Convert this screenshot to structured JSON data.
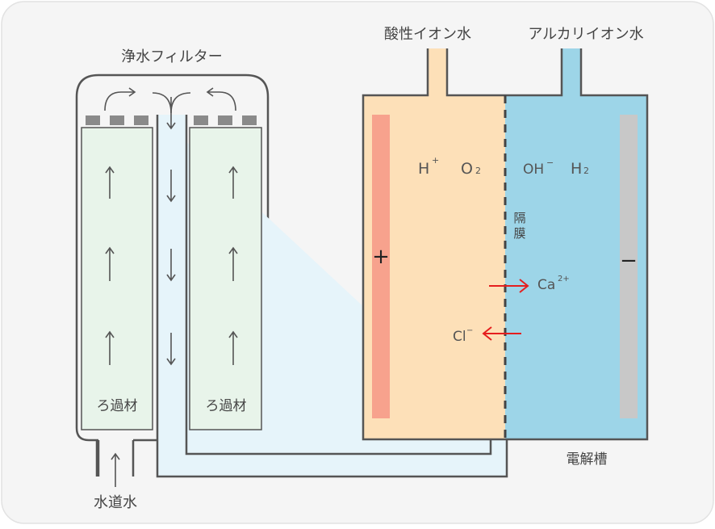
{
  "labels": {
    "filter_title": "浄水フィルター",
    "acid_water": "酸性イオン水",
    "alkaline_water": "アルカリイオン水",
    "membrane_1": "隔",
    "membrane_2": "膜",
    "tank": "電解槽",
    "tap_water": "水道水",
    "media_left": "ろ過材",
    "media_right": "ろ過材"
  },
  "ions": {
    "h": "H",
    "h_sup": "+",
    "o": "O",
    "o_sub": "2",
    "oh": "OH",
    "oh_sup": "−",
    "h2": "H",
    "h2_sub": "2",
    "ca": "Ca",
    "ca_sup": "2+",
    "cl": "Cl",
    "cl_sup": "−"
  },
  "electrodes": {
    "plus": "+",
    "minus": "−"
  },
  "colors": {
    "background": "#f5f5f5",
    "acid_side": "#fde0b8",
    "alkaline_side": "#9dd5e8",
    "anode": "#f7a28d",
    "cathode": "#c8c8c8",
    "filter_media": "#e8f4ea",
    "water_channel": "#e6f4fa",
    "outline": "#555555",
    "ion_arrow": "#e51e1e"
  }
}
